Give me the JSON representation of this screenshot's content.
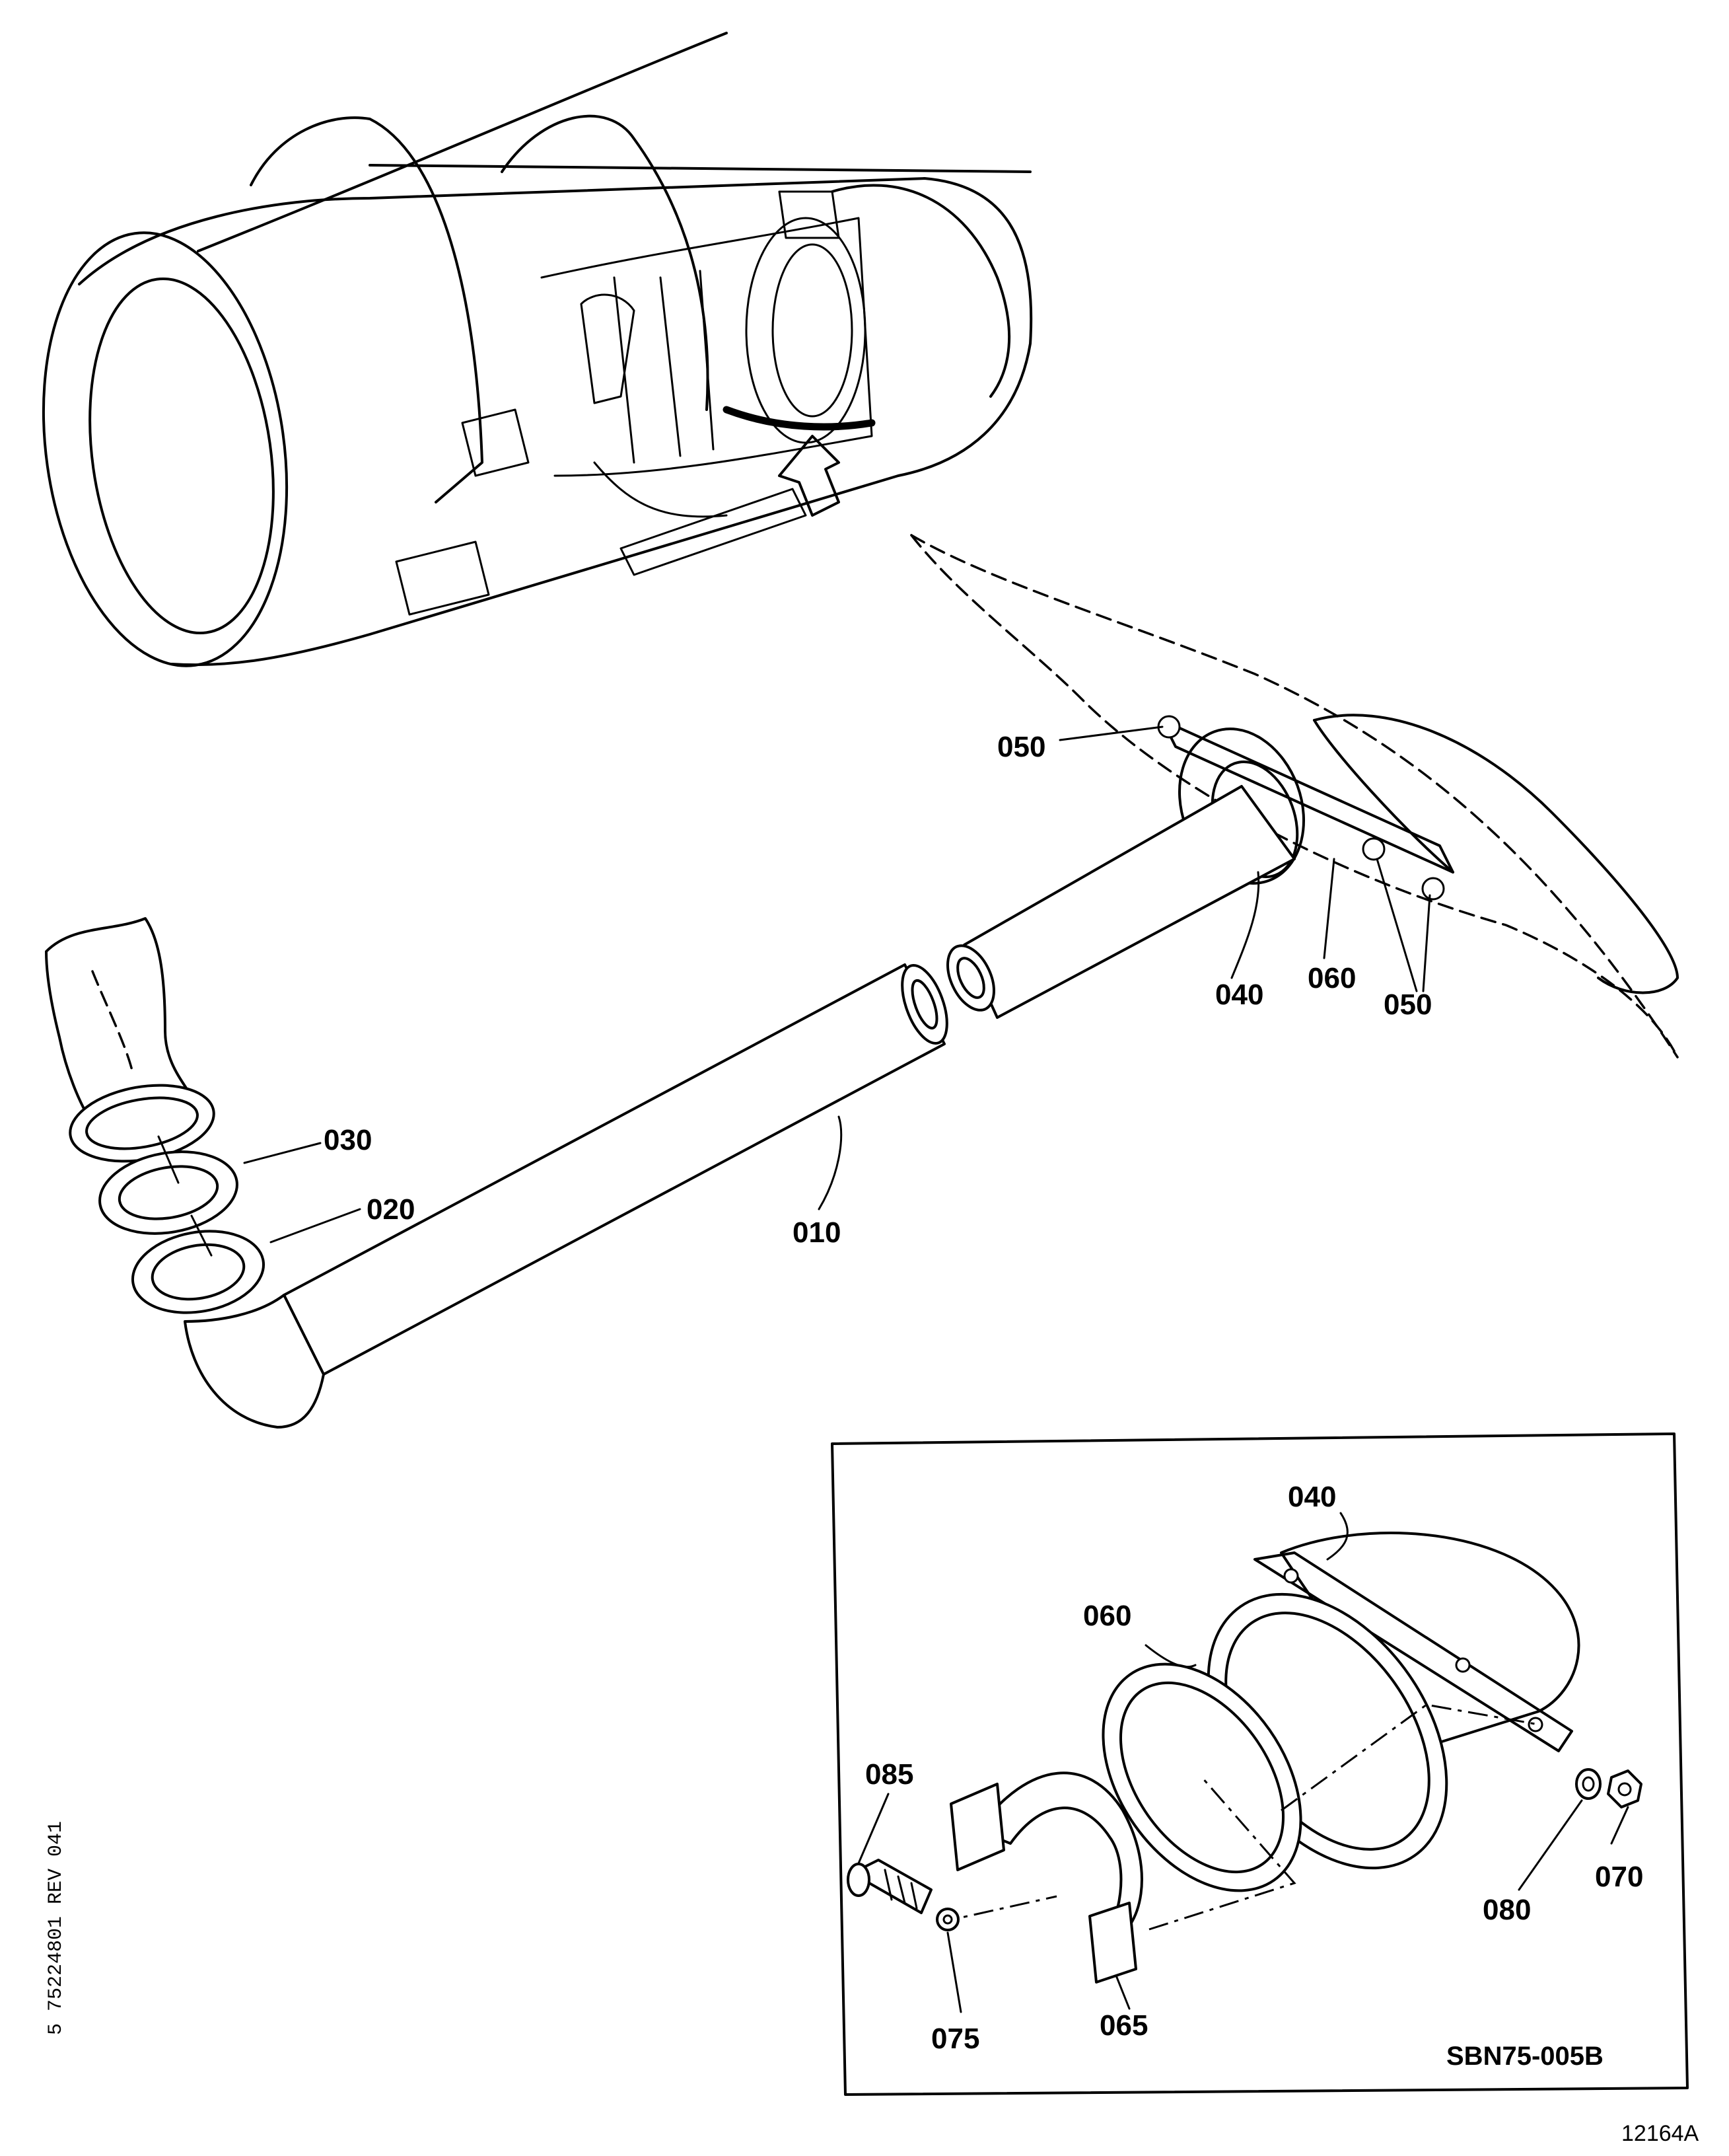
{
  "callouts": {
    "c050_top": "050",
    "c040_main": "040",
    "c060_main": "060",
    "c050_bottom": "050",
    "c030": "030",
    "c020": "020",
    "c010": "010",
    "c040_detail": "040",
    "c060_detail": "060",
    "c085": "085",
    "c080": "080",
    "c070": "070",
    "c075": "075",
    "c065": "065"
  },
  "detail_box_ref": "SBN75-005B",
  "side_reference": "5 75224801  REV 041",
  "figure_number": "12164A"
}
